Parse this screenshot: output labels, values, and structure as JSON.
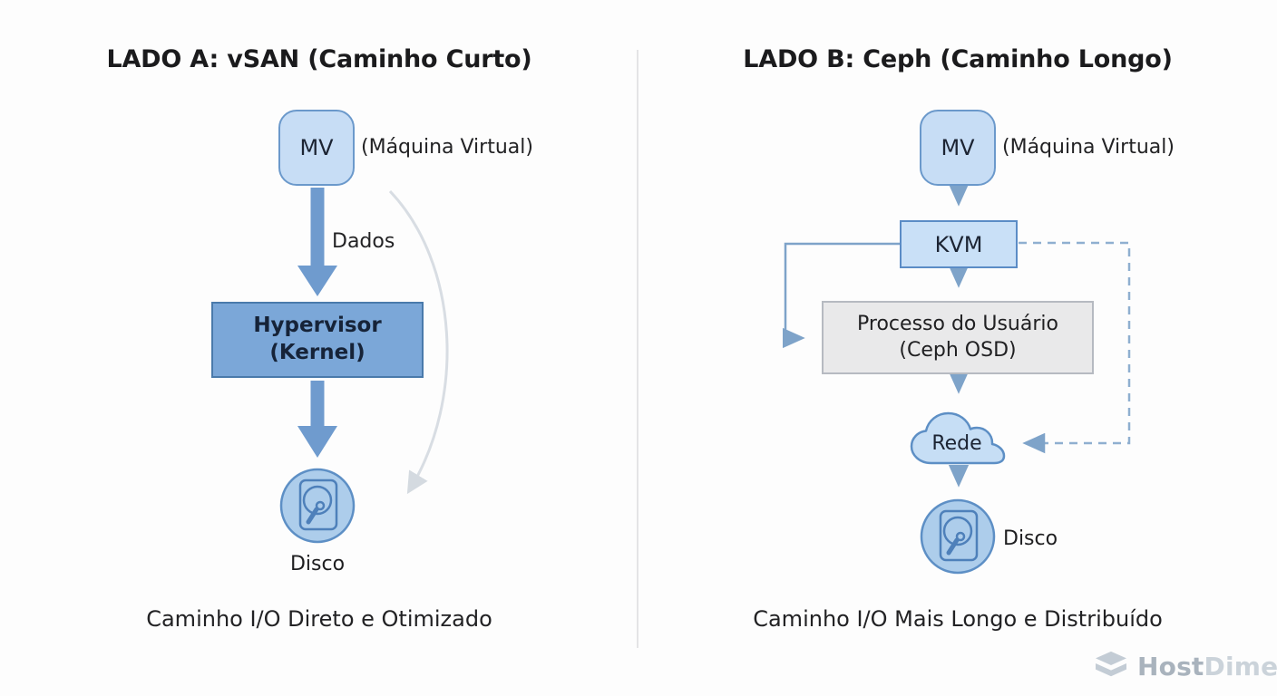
{
  "left_panel": {
    "title": "LADO A: vSAN (Caminho Curto)",
    "vm_box": {
      "label": "MV",
      "annotation": "(Máquina Virtual)"
    },
    "data_arrow_label": "Dados",
    "hypervisor_box": {
      "line1": "Hypervisor",
      "line2": "(Kernel)"
    },
    "disk_label": "Disco",
    "caption": "Caminho I/O Direto e Otimizado"
  },
  "right_panel": {
    "title": "LADO B: Ceph (Caminho Longo)",
    "vm_box": {
      "label": "MV",
      "annotation": "(Máquina Virtual)"
    },
    "kvm_box": {
      "label": "KVM"
    },
    "user_process_box": {
      "line1": "Processo do Usuário",
      "line2": "(Ceph OSD)"
    },
    "network_cloud": {
      "label": "Rede"
    },
    "disk_label": "Disco",
    "caption": "Caminho I/O Mais Longo e Distribuído"
  },
  "watermark": {
    "brand_host": "Host",
    "brand_dime": "Dime"
  },
  "colors": {
    "background": "#fdfdfd",
    "box_blue_light": "#c7ddf5",
    "box_blue_border": "#6b99cb",
    "hypervisor_fill": "#7ba7d8",
    "hypervisor_border": "#4a7aab",
    "gray_box_fill": "#e9e9ea",
    "gray_box_border": "#b6bac1",
    "thick_arrow_blue": "#6f9bce",
    "thin_line_blue": "#7ea3c9",
    "dashed_line_blue": "#8fafd0",
    "curved_arrow_gray": "#d8dde3",
    "divider_gray": "#e4e4e6",
    "watermark_dark": "#a9b3bd",
    "watermark_light": "#cbd3da"
  }
}
